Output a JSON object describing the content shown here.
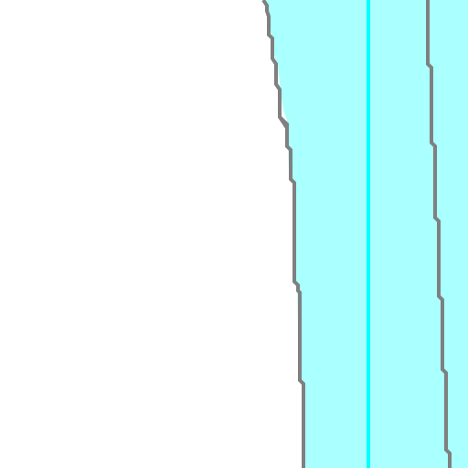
{
  "map": {
    "colors": {
      "background": "#ffffff",
      "water_area": "#aaffff",
      "boundary_line": "#808080",
      "centerline": "#00ffff"
    },
    "features": [
      "land-area",
      "water-area",
      "left-boundary-line",
      "right-boundary-line",
      "water-centerline"
    ]
  }
}
